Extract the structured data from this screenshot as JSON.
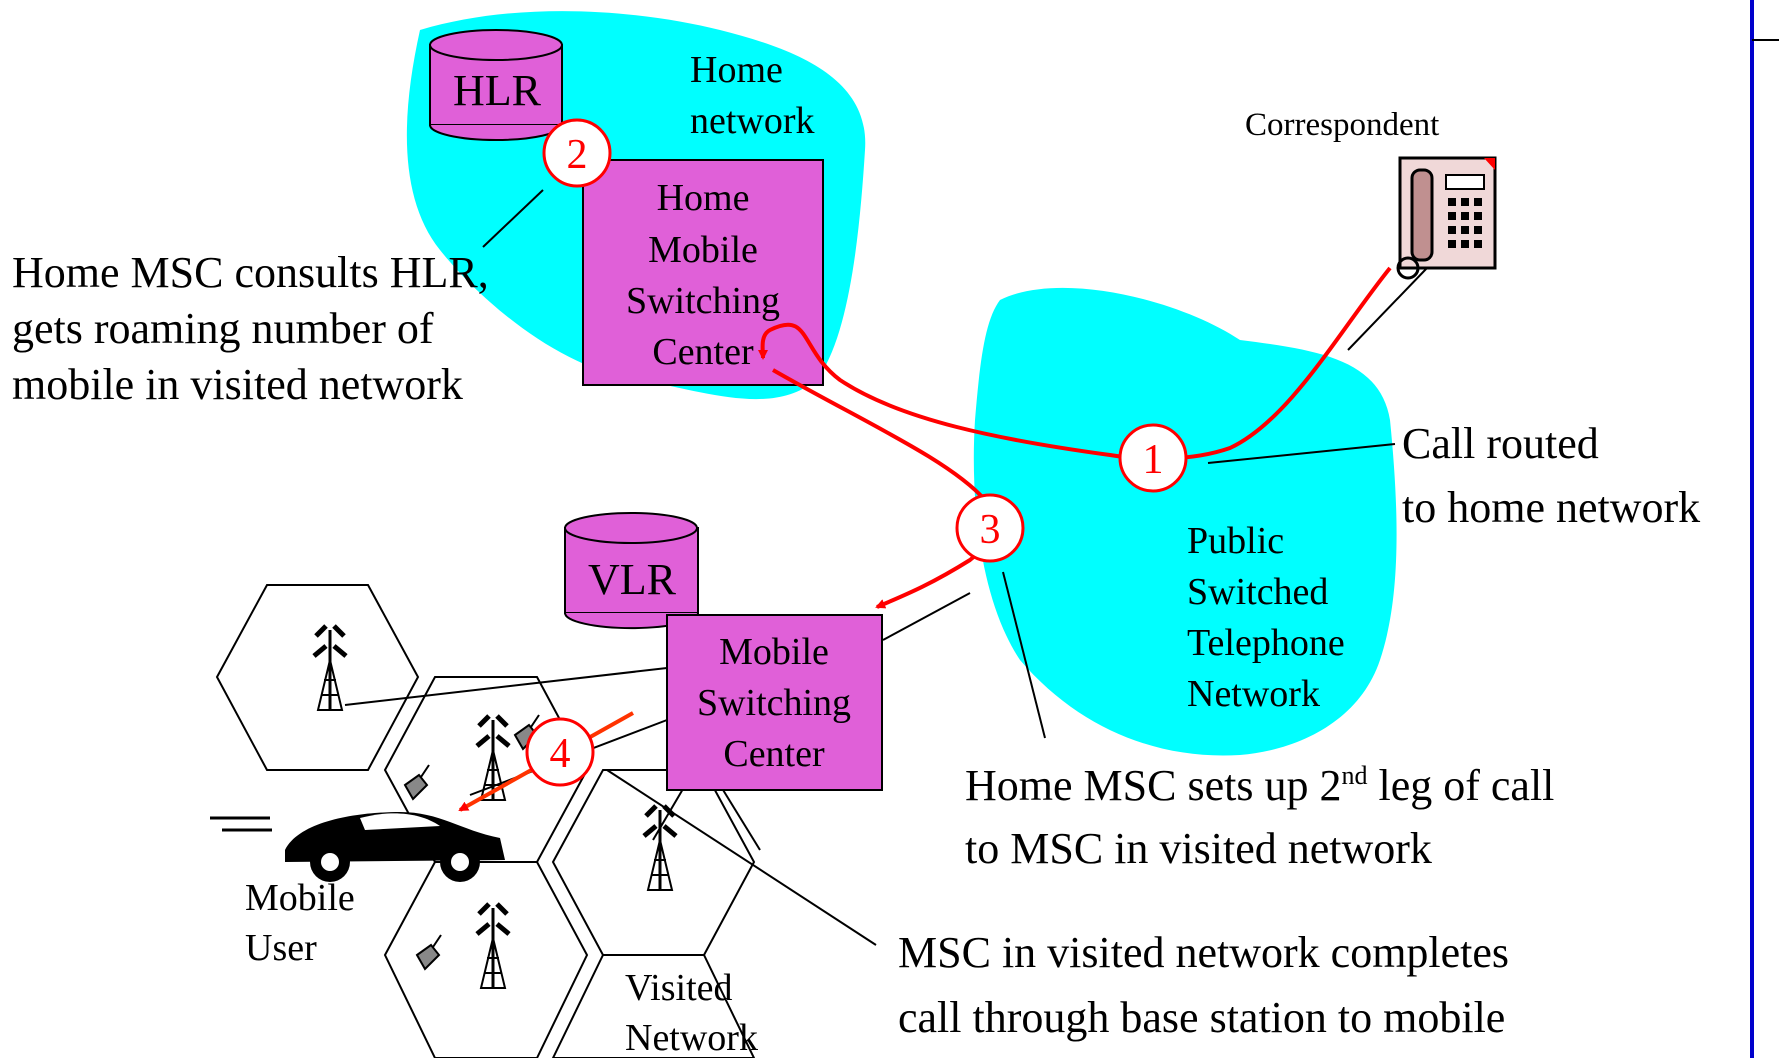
{
  "colors": {
    "network_fill": "#00ffff",
    "switch_fill": "#e060d8",
    "arrow": "#ff0000",
    "step_circle": "#ff0000",
    "frame_line": "#0000cc"
  },
  "icons": [
    "database-icon",
    "telephone-icon",
    "antenna-tower-icon",
    "cell-phone-icon",
    "car-icon"
  ],
  "home_network": {
    "label_line1": "Home",
    "label_line2": "network",
    "hlr": "HLR",
    "msc_line1": "Home",
    "msc_line2": "Mobile",
    "msc_line3": "Switching",
    "msc_line4": "Center"
  },
  "correspondent": "Correspondent",
  "pstn": {
    "line1": "Public",
    "line2": "Switched",
    "line3": "Telephone",
    "line4": "Network"
  },
  "visited_network": {
    "vlr": "VLR",
    "msc_line1": "Mobile",
    "msc_line2": "Switching",
    "msc_line3": "Center",
    "label_line1": "Visited",
    "label_line2": "Network"
  },
  "mobile_user": {
    "line1": "Mobile",
    "line2": "User"
  },
  "steps": [
    "1",
    "2",
    "3",
    "4"
  ],
  "annotations": {
    "step1_line1": "Call routed",
    "step1_line2": "to home network",
    "step2_line1": "Home MSC consults HLR,",
    "step2_line2": "gets roaming number of",
    "step2_line3": "mobile in visited network",
    "step3_line1_pre": "Home MSC sets up 2",
    "step3_line1_sup": "nd",
    "step3_line1_post": " leg of call",
    "step3_line2": "to MSC in visited network",
    "step4_line1": "MSC in visited network completes",
    "step4_line2": "call through base station to mobile"
  }
}
